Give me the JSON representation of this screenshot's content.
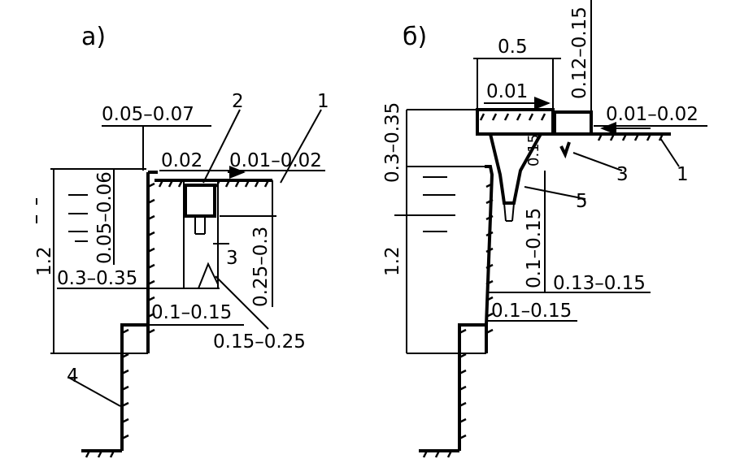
{
  "panel_a": {
    "label": "а)",
    "dims": {
      "top_wall": "0.05–0.07",
      "gap": "0.02",
      "slope": "0.01–0.02",
      "lip": "0.05–0.06",
      "height": "1.2",
      "width": "0.3–0.35",
      "box_depth": "0.25–0.3",
      "base": "0.1–0.15",
      "offset": "0.15–0.25"
    },
    "callouts": {
      "c1": "1",
      "c2": "2",
      "c3": "3",
      "c4": "4"
    }
  },
  "panel_b": {
    "label": "б)",
    "dims": {
      "top_width": "0.5",
      "right_height": "0.12–0.15",
      "top_slope": "0.01",
      "slope": "0.01–0.02",
      "left_top": "0.3–0.35",
      "throat": "0.15",
      "height": "1.2",
      "inner_depth": "0.1–0.15",
      "inner_width": "0.13–0.15",
      "base": "0.1–0.15"
    },
    "callouts": {
      "c1": "1",
      "c3": "3",
      "c5": "5"
    }
  }
}
